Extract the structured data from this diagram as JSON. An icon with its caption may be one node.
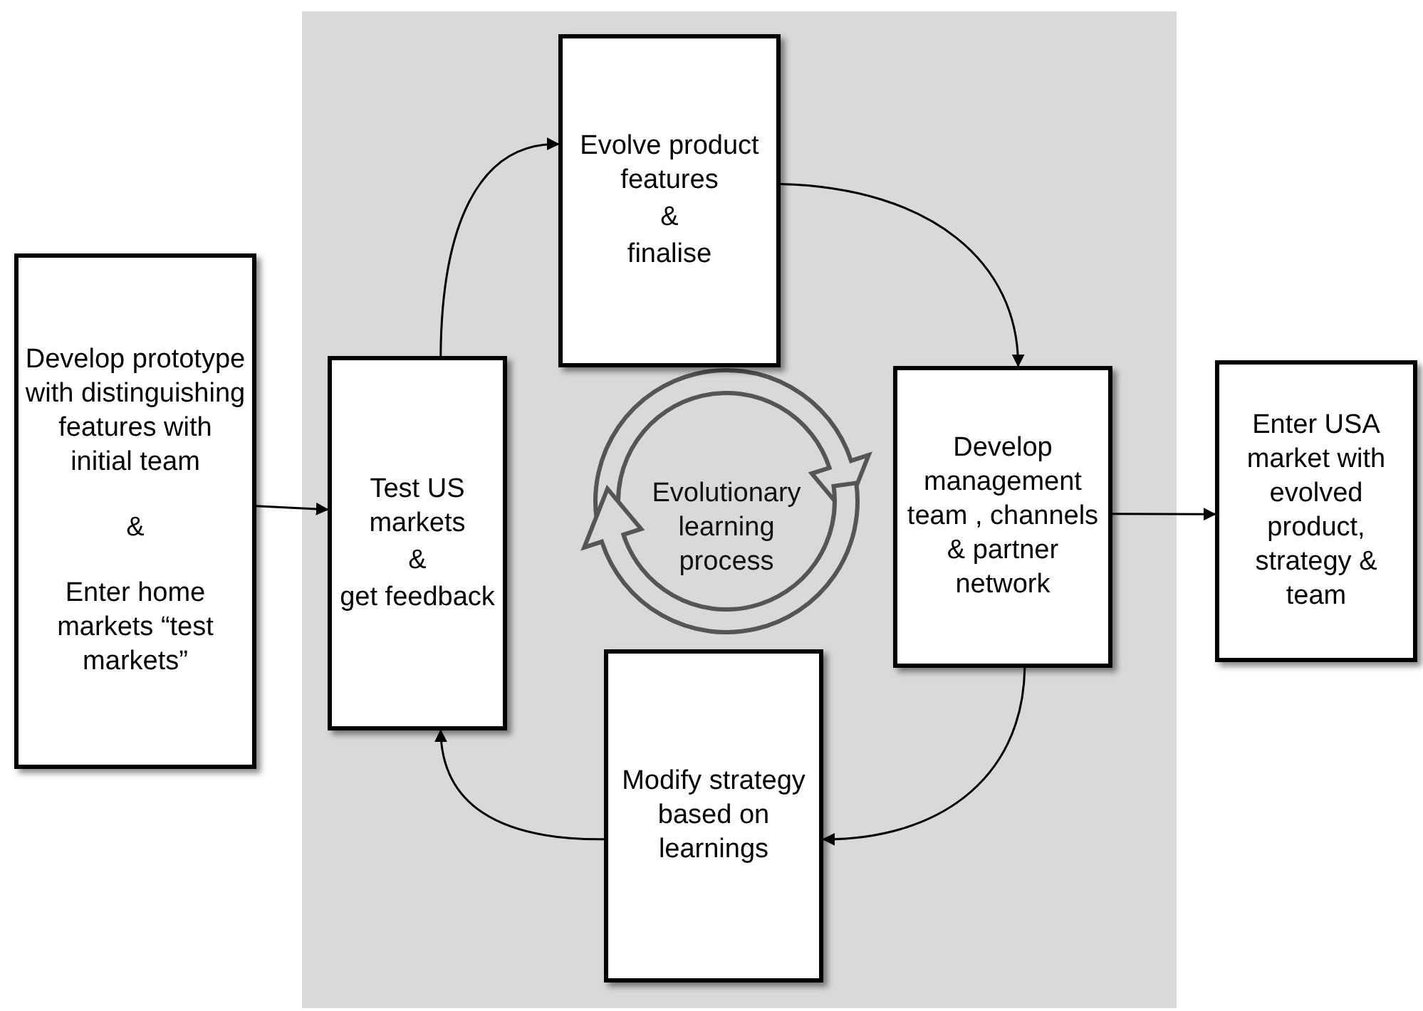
{
  "diagram": {
    "nodes": [
      {
        "text": [
          "Develop prototype with distinguishing features with initial team",
          "&",
          "Enter home markets “test markets”"
        ]
      },
      {
        "text": [
          "Test US markets",
          "&",
          "get feedback"
        ]
      },
      {
        "text": [
          "Evolve product features",
          "&",
          "finalise"
        ]
      },
      {
        "text": [
          "Develop management team , channels & partner network"
        ]
      },
      {
        "text": [
          "Modify strategy based on learnings"
        ]
      },
      {
        "text": [
          "Enter USA market with evolved product, strategy & team"
        ]
      }
    ],
    "edges": [
      {
        "from": 0,
        "to": 1,
        "arrow": "to"
      },
      {
        "from": 1,
        "to": 2,
        "arrow": "to"
      },
      {
        "from": 2,
        "to": 3,
        "arrow": "to"
      },
      {
        "from": 3,
        "to": 4,
        "arrow": "to"
      },
      {
        "from": 4,
        "to": 1,
        "arrow": "to"
      },
      {
        "from": 3,
        "to": 5,
        "arrow": "to"
      }
    ],
    "labels": [
      "Evolutionary learning process"
    ]
  }
}
